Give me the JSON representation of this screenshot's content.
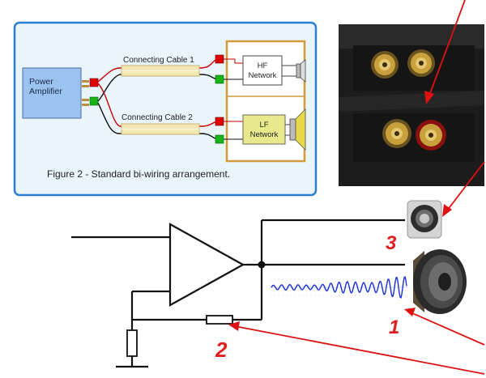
{
  "biwiring_figure": {
    "amplifier_label": [
      "Power",
      "Amplifier"
    ],
    "cable_1_label": "Connecting Cable  1",
    "cable_2_label": "Connecting Cable  2",
    "hf_network_label": [
      "HF",
      "Network"
    ],
    "lf_network_label": [
      "LF",
      "Network"
    ],
    "caption": "Figure 2  -  Standard bi-wiring arrangement."
  },
  "callouts": {
    "tweeter_number": "3",
    "woofer_number": "1",
    "resistor_number": "2"
  },
  "colors": {
    "panel_border": "#2b7fd6",
    "panel_bg": "#eaf4fb",
    "amp_fill": "#9cc3ef",
    "cabinet_border": "#d19a3c",
    "network_fill": "#e8e98c",
    "terminal_red": "#e00000",
    "terminal_green": "#18b318",
    "arrow_red": "#dd1111",
    "callout_red": "#e02020",
    "signal_blue": "#1a2fd6",
    "photo_dark": "#1c1c1c",
    "brass": "#c9a13c"
  }
}
